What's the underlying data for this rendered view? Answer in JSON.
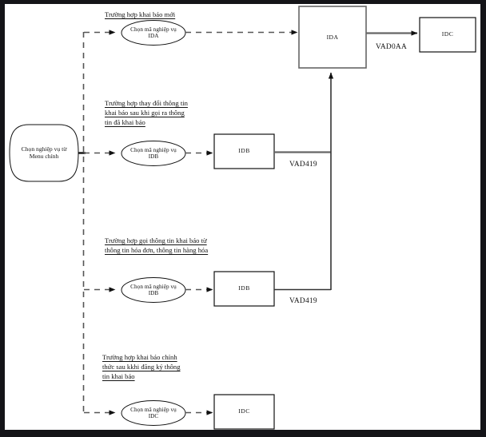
{
  "diagram": {
    "title_visible": false,
    "background": "#ffffff",
    "frame_color": "#141418",
    "stroke_color": "#555555",
    "text_color": "#111111",
    "start_node": {
      "id": "start",
      "shape": "rounded-drum",
      "label": "Chọn nghiệp vụ từ\nMenu chính"
    },
    "cases": [
      {
        "id": "case-new-declaration",
        "label": "Trường hợp khai báo mới",
        "decision": {
          "id": "select-ida",
          "shape": "ellipse",
          "label": "Chọn mã nghiệp vụ\nIDA"
        },
        "target": {
          "id": "box-ida",
          "shape": "rectangle",
          "label": "IDA"
        }
      },
      {
        "id": "case-change-declaration",
        "label": "Trường hợp thay đổi thông tin\nkhai báo sau khi gọi ra thông\ntin đã khai báo",
        "decision": {
          "id": "select-idb-1",
          "shape": "ellipse",
          "label": "Chọn mã nghiệp vụ\nIDB"
        },
        "target": {
          "id": "box-idb-1",
          "shape": "rectangle",
          "label": "IDB"
        },
        "edge_label": "VAD419"
      },
      {
        "id": "case-call-declaration",
        "label": "Trường hợp gọi thông tin khai báo từ\nthông tin hóa đơn, thông tin hàng hóa",
        "decision": {
          "id": "select-idb-2",
          "shape": "ellipse",
          "label": "Chọn mã nghiệp vụ\nIDB"
        },
        "target": {
          "id": "box-idb-2",
          "shape": "rectangle",
          "label": "IDB"
        },
        "edge_label": "VAD419"
      },
      {
        "id": "case-official-declaration",
        "label": "Trường hợp khai báo chính\nthức sau kkhi đăng ký thông\ntin khai báo",
        "decision": {
          "id": "select-idc",
          "shape": "ellipse",
          "label": "Chọn mã nghiệp vụ\nIDC"
        },
        "target": {
          "id": "box-idc-bottom",
          "shape": "rectangle",
          "label": "IDC"
        }
      }
    ],
    "result_node": {
      "id": "box-idc-top",
      "shape": "rectangle",
      "label": "IDC"
    },
    "edges": [
      {
        "id": "edge-ida-to-idc",
        "from": "box-ida",
        "to": "box-idc-top",
        "label": "VAD0AA",
        "style": "solid"
      },
      {
        "id": "edge-idb1-to-ida",
        "from": "box-idb-1",
        "to": "box-ida",
        "label": "VAD419",
        "style": "solid"
      },
      {
        "id": "edge-idb2-to-ida",
        "from": "box-idb-2",
        "to": "box-ida",
        "label": "VAD419",
        "style": "solid"
      }
    ]
  }
}
